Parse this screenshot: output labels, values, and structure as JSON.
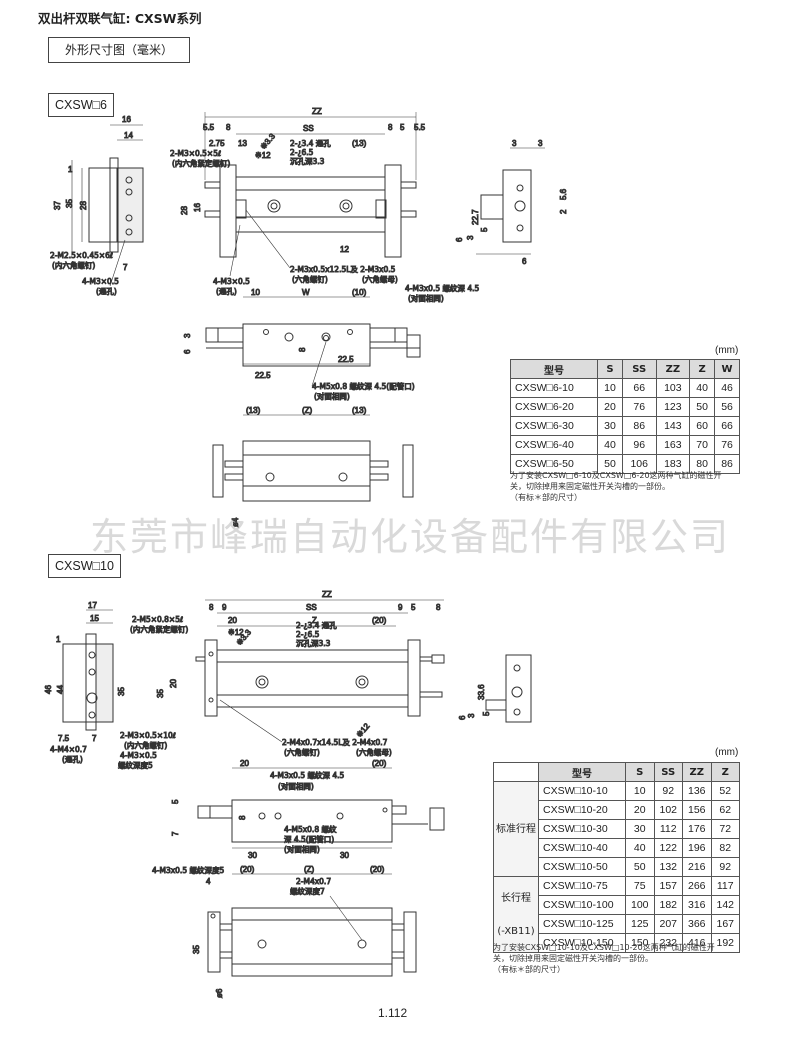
{
  "header": {
    "title": "双出杆双联气缸: CXSW系列",
    "section": "外形尺寸图（毫米）"
  },
  "series1": {
    "model": "CXSW□6",
    "unit": "(mm)",
    "table_header": [
      "型号",
      "S",
      "SS",
      "ZZ",
      "Z",
      "W"
    ],
    "rows": [
      [
        "CXSW□6-10",
        "10",
        "66",
        "103",
        "40",
        "46"
      ],
      [
        "CXSW□6-20",
        "20",
        "76",
        "123",
        "50",
        "56"
      ],
      [
        "CXSW□6-30",
        "30",
        "86",
        "143",
        "60",
        "66"
      ],
      [
        "CXSW□6-40",
        "40",
        "96",
        "163",
        "70",
        "76"
      ],
      [
        "CXSW□6-50",
        "50",
        "106",
        "183",
        "80",
        "86"
      ]
    ],
    "note_line1": "为了安装CXSW□6-10及CXSW□6-20这两种气缸的磁性开",
    "note_line2": "关，切除掉用来固定磁性开关沟槽的一部份。",
    "note_line3": "（有标＊部的尺寸）",
    "labels": {
      "zz": "ZZ",
      "ss": "SS",
      "w": "W",
      "z": "(Z)",
      "d55a": "5.5",
      "d8a": "8",
      "d8b": "8",
      "d5": "5",
      "d55b": "5.5",
      "d16": "16",
      "d14": "14",
      "d275": "2.75",
      "d13a": "13",
      "d13b": "(13)",
      "d37": "37",
      "d35": "35",
      "d28": "28",
      "d28b": "28",
      "d16b": "16",
      "d1": "1",
      "d7": "7",
      "d12a": "12",
      "d12b": "12",
      "d12c": "※12",
      "d10a": "10",
      "d10b": "(10)",
      "d225a": "22.5",
      "d225b": "22.5",
      "d3a": "3",
      "d6a": "6",
      "d8c": "8",
      "d13c": "(13)",
      "d13d": "(13)",
      "d3b": "3",
      "d3c": "3",
      "d227": "22.7",
      "d6b": "6",
      "d3d": "3",
      "d5b": "5",
      "d6c": "6",
      "d56": "5.6",
      "d2": "2",
      "d4": "ø4",
      "m3x05x5": "2-M3×0.5×5ℓ",
      "hex_set": "(内六角紧定螺钉)",
      "m25": "2-M2.5×0.45×6ℓ",
      "hex_bolt": "(内六角螺钉)",
      "m3thru": "4-M3×0.5",
      "thru": "(通孔)",
      "m3thru2": "4-M3×0.5",
      "thru2": "(通孔)",
      "hole1": "2-¿3.4 通孔",
      "hole2": "2-¿6.5",
      "hole3": "沉孔深3.3",
      "m3x125": "2-M3x0.5x12.5L及 2-M3x0.5",
      "hexbolt2": "(六角螺钉)",
      "hexnut": "(六角螺母)",
      "m3depth": "4-M3x0.5 螺纹深 4.5",
      "same_side": "(对面相同)",
      "m5": "4-M5x0.8 螺纹深 4.5(配管口)",
      "same_side2": "(对面相同)",
      "d33": "※3.3"
    }
  },
  "watermark": "东莞市峰瑞自动化设备配件有限公司",
  "series2": {
    "model": "CXSW□10",
    "unit": "(mm)",
    "table_header": [
      "型号",
      "S",
      "SS",
      "ZZ",
      "Z"
    ],
    "group1": "标准行程",
    "group2_a": "长行程",
    "group2_b": "(-XB11)",
    "rows": [
      [
        "CXSW□10-10",
        "10",
        "92",
        "136",
        "52"
      ],
      [
        "CXSW□10-20",
        "20",
        "102",
        "156",
        "62"
      ],
      [
        "CXSW□10-30",
        "30",
        "112",
        "176",
        "72"
      ],
      [
        "CXSW□10-40",
        "40",
        "122",
        "196",
        "82"
      ],
      [
        "CXSW□10-50",
        "50",
        "132",
        "216",
        "92"
      ],
      [
        "CXSW□10-75",
        "75",
        "157",
        "266",
        "117"
      ],
      [
        "CXSW□10-100",
        "100",
        "182",
        "316",
        "142"
      ],
      [
        "CXSW□10-125",
        "125",
        "207",
        "366",
        "167"
      ],
      [
        "CXSW□10-150",
        "150",
        "232",
        "416",
        "192"
      ]
    ],
    "note_line1": "为了安装CXSW□10-10及CXSW□10-20这两种气缸的磁性开",
    "note_line2": "关，切除掉用来固定磁性开关沟槽的一部份。",
    "note_line3": "（有标＊部的尺寸）",
    "labels": {
      "zz": "ZZ",
      "ss": "SS",
      "z": "Z",
      "z2": "(Z)",
      "z3": "(Z)",
      "d8a": "8",
      "d9a": "9",
      "d9b": "9",
      "d5": "5",
      "d8b": "8",
      "d17": "17",
      "d15": "15",
      "d20a": "20",
      "d20b": "(20)",
      "d46": "46",
      "d44": "44",
      "d35a": "35",
      "d35b": "35",
      "d35c": "35",
      "d20c": "20",
      "d1": "1",
      "d75": "7.5",
      "d7": "7",
      "d12": "※12",
      "d12b": "※12",
      "d336": "33.6",
      "d6": "6",
      "d3": "3",
      "d5b": "5",
      "d20d": "20",
      "d20e": "(20)",
      "d30a": "30",
      "d30b": "30",
      "d5c": "5",
      "d8c": "8",
      "d7b": "7",
      "d20f": "(20)",
      "d20g": "(20)",
      "d4": "4",
      "d6b": "ø6",
      "m5x08": "2-M5×0.8×5ℓ",
      "hex_set": "(内六角紧定螺钉)",
      "m3x05x10": "2-M3×0.5×10ℓ",
      "hex_bolt": "(内六角螺钉)",
      "m4x07": "4-M4×0.7",
      "thru": "(通孔)",
      "m3x05": "4-M3×0.5",
      "depth5": "螺纹深度5",
      "hole1": "2-¿3.4 通孔",
      "hole2": "2-¿6.5",
      "hole3": "沉孔深3.3",
      "m4x145": "2-M4x0.7x14.5L及 2-M4x0.7",
      "hexbolt2": "(六角螺钉)",
      "hexnut": "(六角螺母)",
      "m3depth": "4-M3x0.5 螺纹深 4.5",
      "same_side": "(对面相同)",
      "m5a": "4-M5x0.8 螺纹",
      "m5b": "深 4.5(配管口)",
      "m5c": "(对面相同)",
      "m3depth5": "4-M3x0.5 螺纹深度5",
      "m4depth7a": "2-M4x0.7",
      "m4depth7b": "螺纹深度7",
      "d33": "※3.3"
    }
  },
  "footer": {
    "page": "1.112"
  }
}
